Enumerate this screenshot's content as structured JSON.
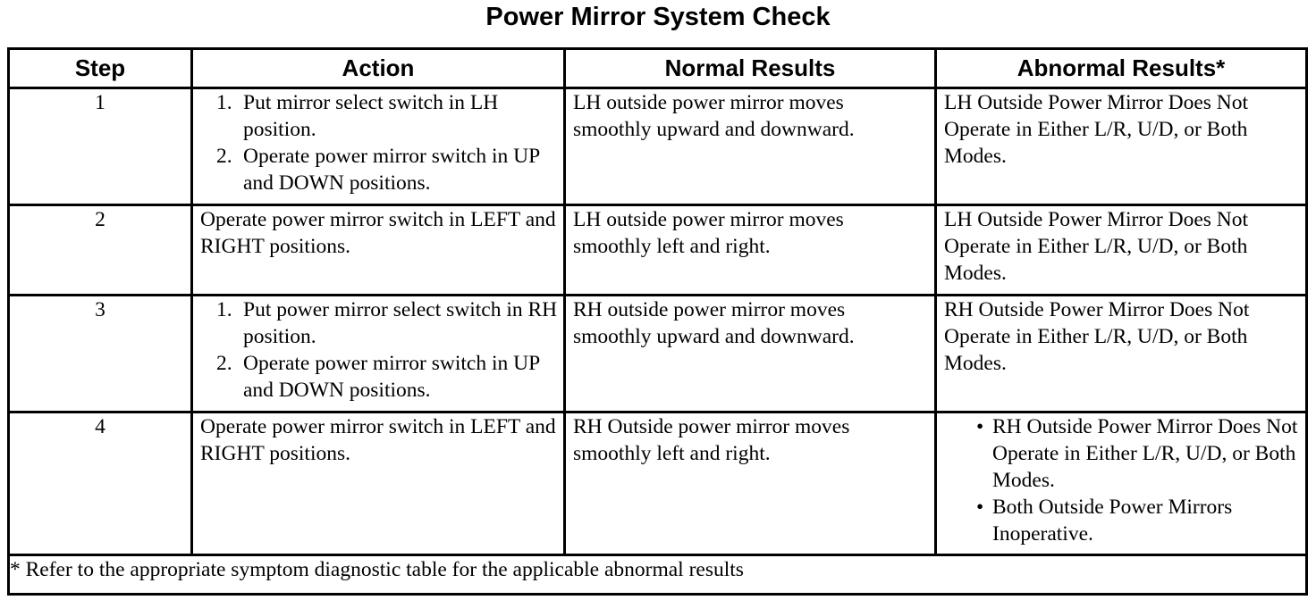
{
  "title": "Power Mirror System Check",
  "headers": {
    "step": "Step",
    "action": "Action",
    "normal": "Normal Results",
    "abnormal": "Abnormal Results*"
  },
  "rows": [
    {
      "step": "1",
      "action_steps": [
        "Put mirror select switch in LH position.",
        "Operate power mirror switch in UP and DOWN positions."
      ],
      "normal": "LH outside power mirror moves smoothly upward and downward.",
      "abnormal": "LH Outside Power Mirror Does Not Operate in Either L/R, U/D, or Both Modes."
    },
    {
      "step": "2",
      "action": "Operate power mirror switch in LEFT and RIGHT positions.",
      "normal": "LH outside power mirror moves smoothly left and right.",
      "abnormal": "LH Outside Power Mirror Does Not Operate in Either L/R, U/D, or Both Modes."
    },
    {
      "step": "3",
      "action_steps": [
        "Put power mirror select switch in RH position.",
        "Operate power mirror switch in UP and DOWN positions."
      ],
      "normal": "RH outside power mirror moves smoothly upward and downward.",
      "abnormal": "RH Outside Power Mirror Does Not Operate in Either L/R, U/D, or Both Modes."
    },
    {
      "step": "4",
      "action": "Operate power mirror switch in LEFT and RIGHT positions.",
      "normal": "RH Outside power mirror moves smoothly left and right.",
      "abnormal_bullets": [
        "RH Outside Power Mirror Does Not Operate in Either L/R, U/D, or Both Modes.",
        "Both Outside Power Mirrors Inoperative."
      ]
    }
  ],
  "footnote": "* Refer to the appropriate symptom diagnostic table for the applicable abnormal results"
}
